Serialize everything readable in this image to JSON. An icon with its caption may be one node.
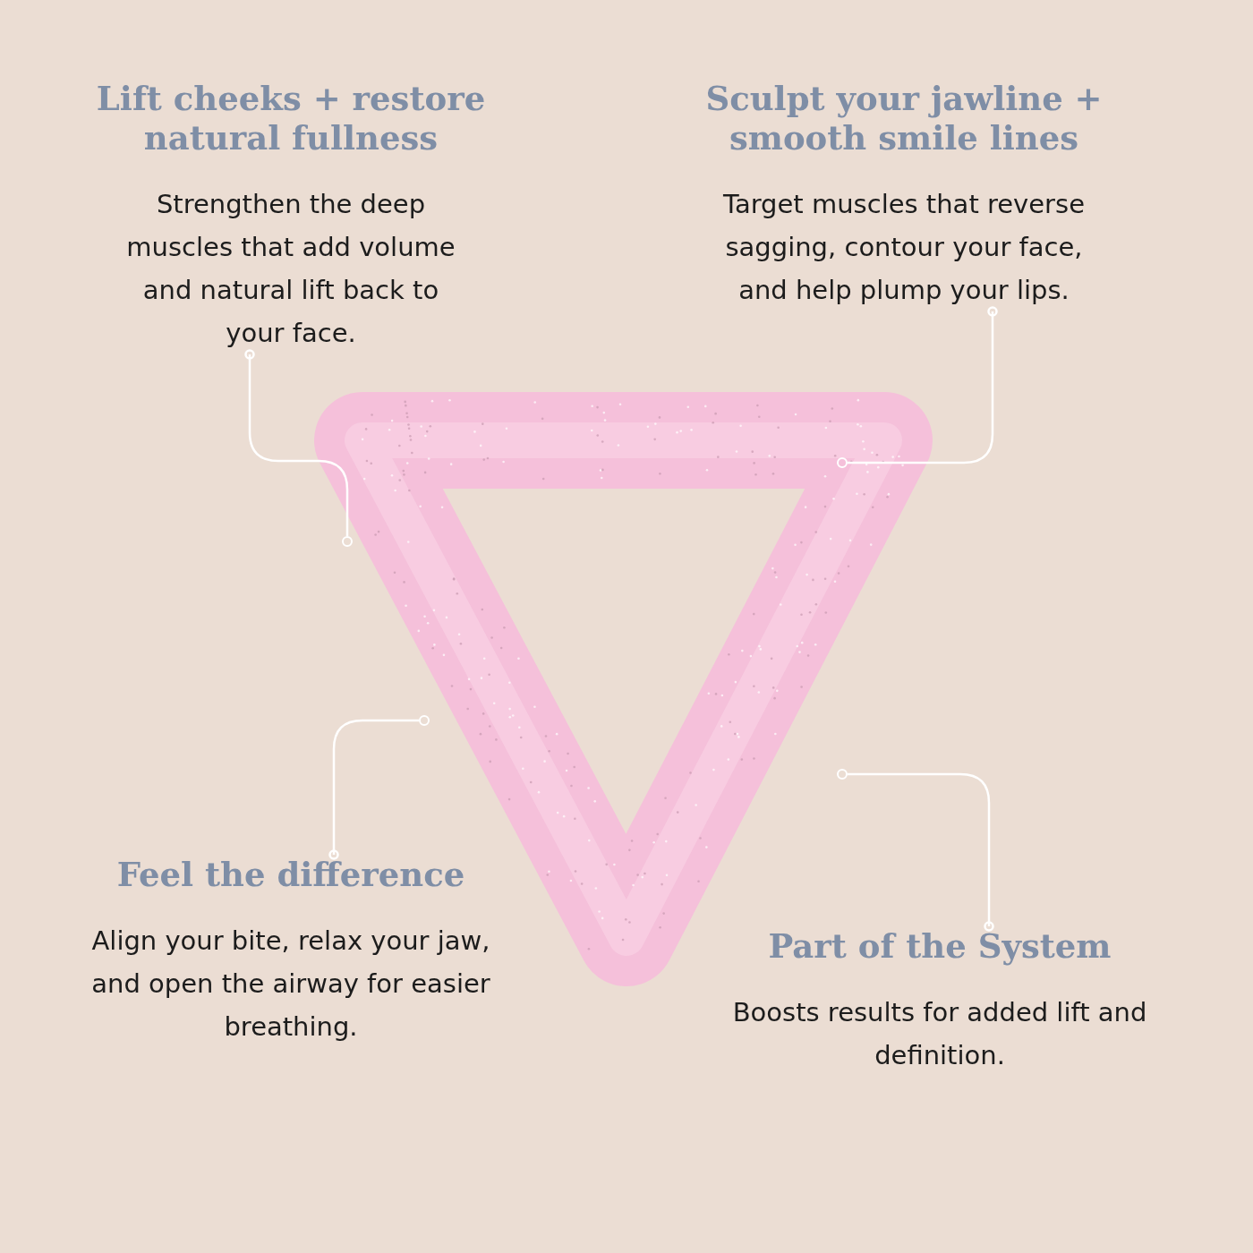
{
  "diagram": {
    "nodes": [
      {
        "text": [
          "Lift cheeks + restore natural fullness",
          "Strengthen the deep muscles that add volume and natural lift back to your face."
        ]
      },
      {
        "text": [
          "Sculpt your jawline + smooth smile lines",
          "Target muscles that reverse sagging, contour your face, and help plump your lips."
        ]
      },
      {
        "text": [
          "Feel the difference",
          "Align your bite, relax your jaw, and open the airway for easier breathing."
        ]
      },
      {
        "text": [
          "Part of the System",
          "Boosts results for added lift and definition."
        ]
      },
      {
        "text": [],
        "shape": "circle"
      },
      {
        "text": [],
        "shape": "circle"
      },
      {
        "text": [],
        "shape": "circle"
      },
      {
        "text": [],
        "shape": "circle"
      }
    ],
    "edges": [
      {
        "from": 0,
        "to": 4,
        "arrow": "other"
      },
      {
        "from": 1,
        "to": 5,
        "arrow": "other"
      },
      {
        "from": 2,
        "to": 6,
        "arrow": "other"
      },
      {
        "from": 3,
        "to": 7,
        "arrow": "other"
      }
    ]
  }
}
